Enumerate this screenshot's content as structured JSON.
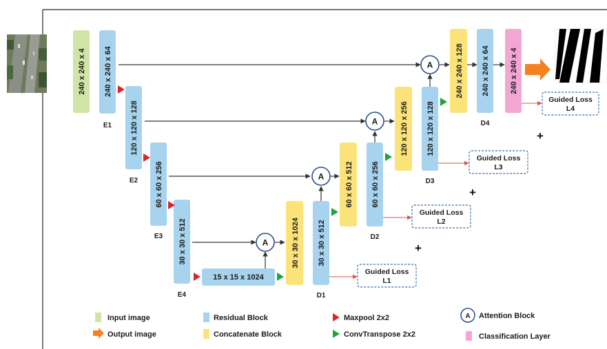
{
  "colors": {
    "input": "#cfe4a6",
    "residual": "#a7d3ee",
    "concat": "#fbe37a",
    "classification": "#f2a6d4",
    "maxpool": "#d8262c",
    "convtranspose": "#21a33a",
    "output_arrow": "#f58220",
    "loss_border": "#3a6ea5",
    "loss_line": "#d9534f",
    "line": "#333333"
  },
  "blocks": {
    "input": "240 x 240 x 4",
    "e1": "240 x 240 x 64",
    "e2": "120 x 120 x 128",
    "e3": "60 x 60 x 256",
    "e4": "30 x 30 x 512",
    "bottleneck": "15 x 15 x 1024",
    "cat1": "30 x 30 x 1024",
    "d1": "30 x 30 x 512",
    "cat2": "60 x 60 x 512",
    "d2": "60 x 60 x 256",
    "cat3": "120 x 120 x 256",
    "d3": "120 x 120 x 128",
    "cat4": "240 x 240 x 128",
    "d4": "240 x 240 x 64",
    "cls": "240 x 240 x 4"
  },
  "nodes": {
    "e1": "E1",
    "e2": "E2",
    "e3": "E3",
    "e4": "E4",
    "d1": "D1",
    "d2": "D2",
    "d3": "D3",
    "d4": "D4"
  },
  "attention_symbol": "A",
  "losses": [
    {
      "line1": "Guided Loss",
      "line2": "L1"
    },
    {
      "line1": "Guided Loss",
      "line2": "L2"
    },
    {
      "line1": "Guided Loss",
      "line2": "L3"
    },
    {
      "line1": "Guided Loss",
      "line2": "L4"
    }
  ],
  "plus_symbol": "+",
  "legend": {
    "input_image": "Input image",
    "output_image": "Output image",
    "residual_block": "Residual Block",
    "concatenate_block": "Concatenate Block",
    "maxpool": "Maxpool 2x2",
    "convtranspose": "ConvTranspose 2x2",
    "attention_block": "Attention Block",
    "classification_layer": "Classification Layer"
  }
}
